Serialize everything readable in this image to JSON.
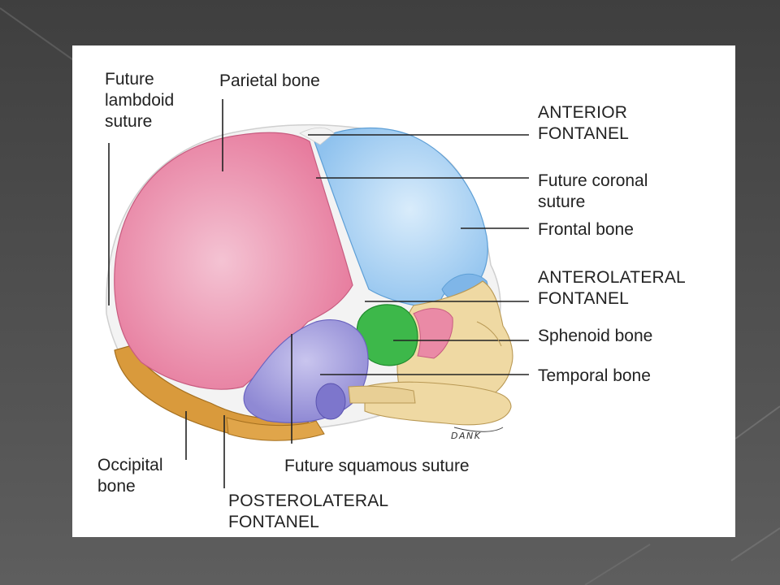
{
  "labels": {
    "lambdoid": "Future\nlambdoid\nsuture",
    "parietal": "Parietal bone",
    "anterior_fontanel": "ANTERIOR\nFONTANEL",
    "coronal": "Future coronal\nsuture",
    "frontal": "Frontal bone",
    "anterolateral_fontanel": "ANTEROLATERAL\nFONTANEL",
    "sphenoid": "Sphenoid bone",
    "temporal": "Temporal bone",
    "occipital": "Occipital\nbone",
    "squamous": "Future squamous suture",
    "posterolateral_fontanel": "POSTEROLATERAL\nFONTANEL"
  },
  "signature": "DANK",
  "colors": {
    "parietal": "#e77fa0",
    "frontal": "#9ccbf0",
    "temporal": "#a7a2de",
    "sphenoid": "#3db84a",
    "occipital": "#d99a3c",
    "facial": "#efd9a3",
    "fontanel": "#f2f2f2"
  }
}
